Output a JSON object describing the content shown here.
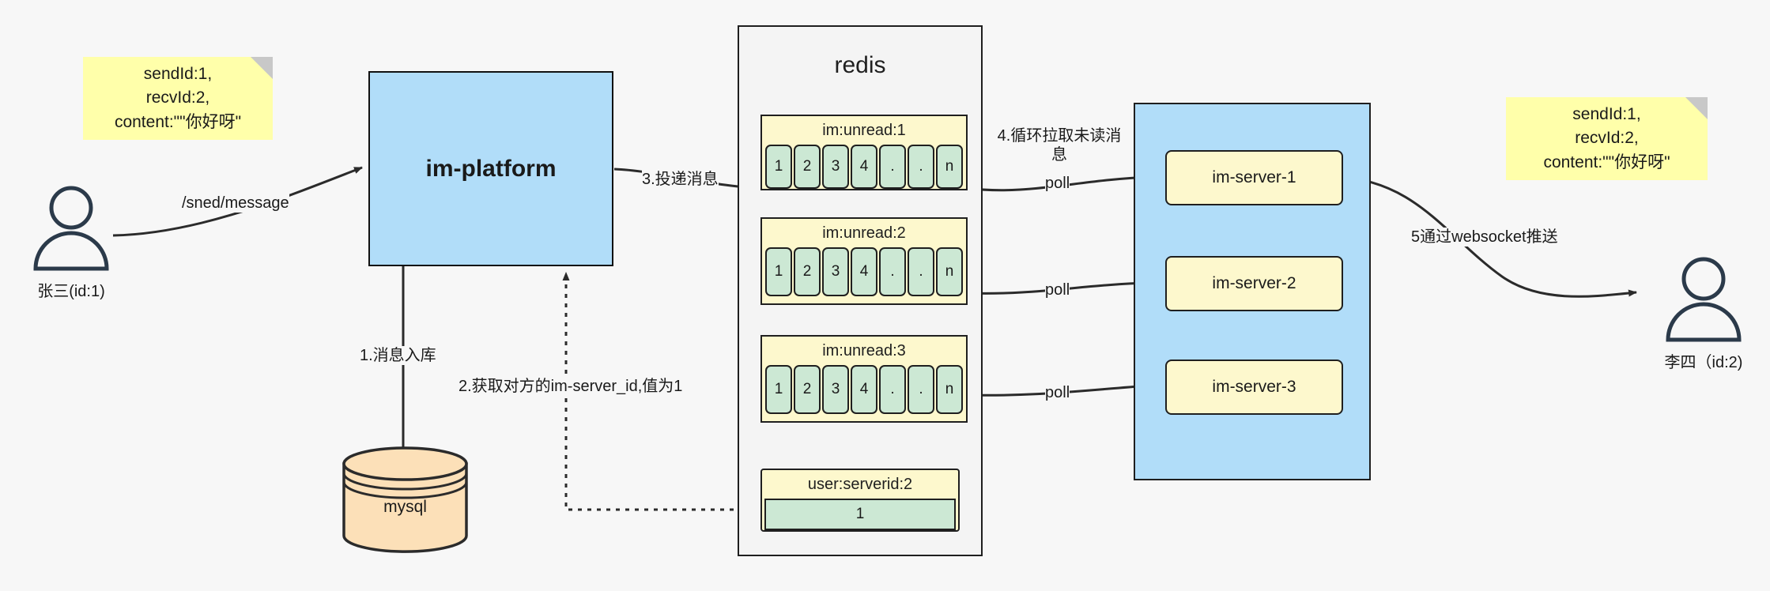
{
  "diagram": {
    "title": "IM message delivery architecture",
    "background": "#f7f7f7"
  },
  "colors": {
    "sticky": "#ffffaa",
    "platform": "#b1ddf9",
    "server_container": "#b1ddf9",
    "server_box": "#fdf8cd",
    "queue_header": "#fdf8cd",
    "queue_cell": "#cce8d4",
    "database": "#fce0b8",
    "stroke": "#1f1f1f"
  },
  "notes": {
    "left": "sendId:1,\nrecvId:2,\ncontent:\"\"你好呀\"",
    "right": "sendId:1,\nrecvId:2,\ncontent:\"\"你好呀\""
  },
  "actors": {
    "sender": {
      "label": "张三(id:1)",
      "icon": "user-icon"
    },
    "receiver": {
      "label": "李四（id:2)",
      "icon": "user-icon"
    }
  },
  "platform": {
    "label": "im-platform"
  },
  "database": {
    "label": "mysql",
    "icon": "database-cylinder-icon"
  },
  "redis": {
    "title": "redis",
    "queues": [
      {
        "key": "im:unread:1",
        "cells": [
          "1",
          "2",
          "3",
          "4",
          ".",
          ".",
          "n"
        ]
      },
      {
        "key": "im:unread:2",
        "cells": [
          "1",
          "2",
          "3",
          "4",
          ".",
          ".",
          "n"
        ]
      },
      {
        "key": "im:unread:3",
        "cells": [
          "1",
          "2",
          "3",
          "4",
          ".",
          ".",
          "n"
        ]
      }
    ],
    "kv": {
      "key": "user:serverid:2",
      "value": "1"
    }
  },
  "servers": {
    "items": [
      {
        "label": "im-server-1"
      },
      {
        "label": "im-server-2"
      },
      {
        "label": "im-server-3"
      }
    ]
  },
  "edges": {
    "send_message": "/sned/message",
    "step1": "1.消息入库",
    "step2": "2.获取对方的im-server_id,值为1",
    "step3": "3.投递消息",
    "step4": "4.循环拉取未读消\n息",
    "step5": "5通过websocket推送",
    "poll1": "poll",
    "poll2": "poll",
    "poll3": "poll"
  }
}
